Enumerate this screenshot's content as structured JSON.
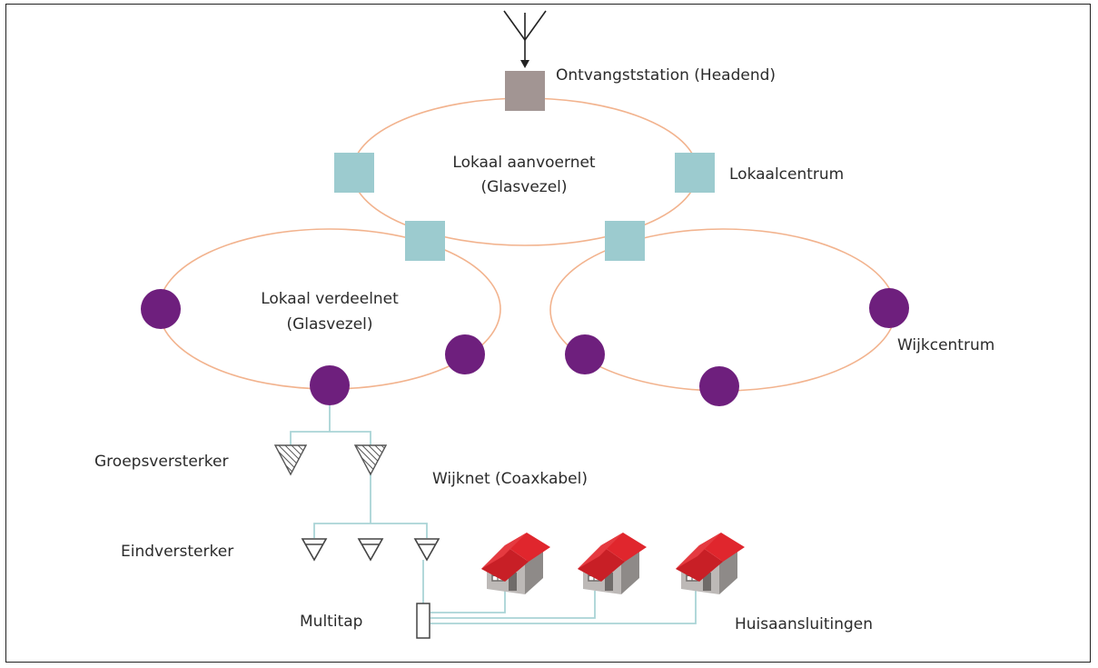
{
  "labels": {
    "headend": "Ontvangststation (Headend)",
    "ring_top_line1": "Lokaal aanvoernet",
    "ring_top_line2": "(Glasvezel)",
    "lokaalcentrum": "Lokaalcentrum",
    "ring_left_line1": "Lokaal verdeelnet",
    "ring_left_line2": "(Glasvezel)",
    "wijkcentrum": "Wijkcentrum",
    "groepsversterker": "Groepsversterker",
    "wijknet": "Wijknet (Coaxkabel)",
    "eindversterker": "Eindversterker",
    "multitap": "Multitap",
    "huisaansluitingen": "Huisaansluitingen"
  },
  "colors": {
    "ring": "#f2b38e",
    "headend": "#a29593",
    "lokaalcentrum": "#9ccbcf",
    "wijkcentrum": "#6e1f7d",
    "coax": "#a9d4d6",
    "roof": "#d8232a",
    "house_wall": "#b9b6b4",
    "text": "#2b2b2b"
  }
}
